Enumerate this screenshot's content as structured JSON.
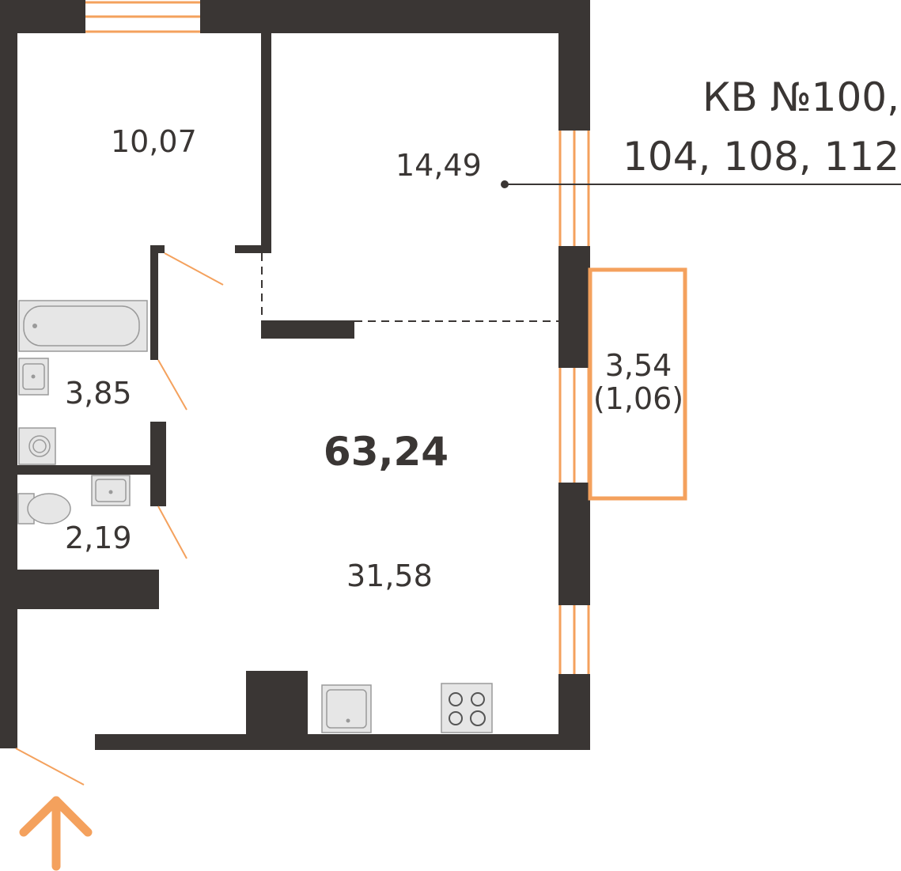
{
  "title": {
    "line1": "КВ №100,",
    "line2": "104, 108, 112"
  },
  "total_area": "63,24",
  "rooms": {
    "bedroom": "10,07",
    "room": "14,49",
    "bathroom": "3,85",
    "toilet": "2,19",
    "living_kitchen": "31,58",
    "balcony": "3,54",
    "balcony_reduced": "(1,06)"
  },
  "colors": {
    "wall": "#3a3634",
    "accent": "#f4a15d"
  },
  "icons": [
    "entrance-arrow-icon",
    "bathtub-icon",
    "sink-icon",
    "washing-machine-icon",
    "toilet-icon",
    "stove-icon"
  ]
}
